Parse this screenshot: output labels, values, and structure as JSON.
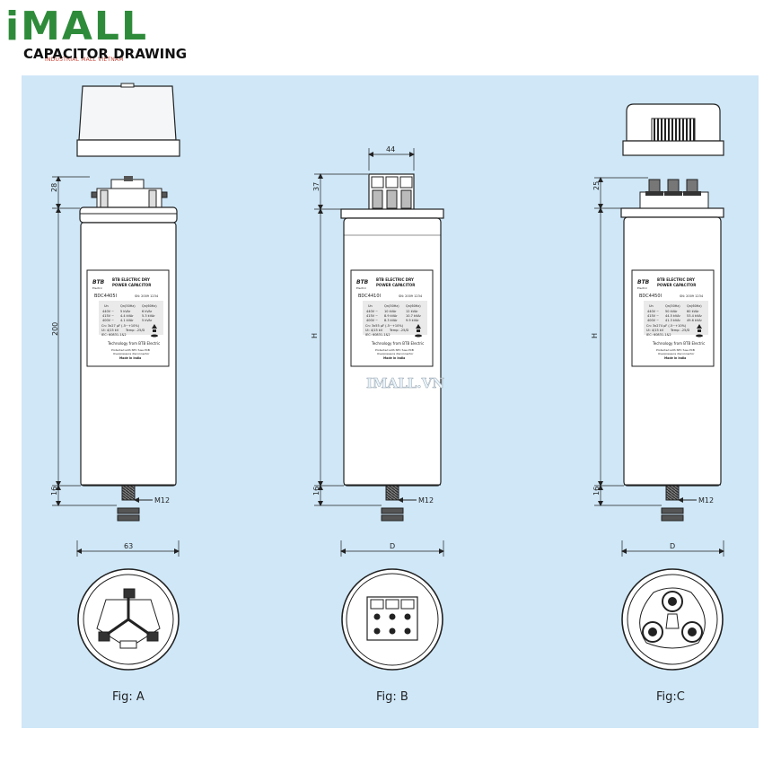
{
  "logo": {
    "brand": "iMALL",
    "subtitle": "CAPACITOR DRAWING",
    "tagline": "INDUSTRIAL MALL VIETNAM"
  },
  "watermark": "IMALL.VN",
  "label": {
    "company": "BTB ELECTRIC DRY",
    "product": "POWER CAPACITOR",
    "brand_small": "Electric",
    "sn": "SN: 2009 1234",
    "table_head_un": "Un",
    "table_head_q50": "Qn(50Hz)",
    "table_head_q60": "Qn(60Hz)",
    "cn_unit": "Cn:",
    "ui": "Ui: 4/15 kV",
    "temp": "Temp: -25/D",
    "iec": "IEC: 60831-1&2",
    "tech": "Technology from BTB Electric",
    "note1": "Protected with NTC fuse PCB",
    "note2": "Overpressure disconnector",
    "made": "Made in India"
  },
  "figures": [
    {
      "id": "A",
      "caption": "Fig: A",
      "model": "BDC4405I",
      "rows": [
        [
          "440V ~",
          "5 kVAr",
          "6 kVAr"
        ],
        [
          "415V ~",
          "4.4 kVAr",
          "5.3 kVAr"
        ],
        [
          "400V ~",
          "4.1 kVAr",
          "5 kVAr"
        ]
      ],
      "cn": "Cn: 3x27 µF (-5~+10%)",
      "dims": {
        "top": "28",
        "body": "200",
        "bottom": "16",
        "width": "63",
        "thread": "M12"
      }
    },
    {
      "id": "B",
      "caption": "Fig: B",
      "model": "BDC4410I",
      "rows": [
        [
          "440V ~",
          "10 kVAr",
          "12 kVAr"
        ],
        [
          "415V ~",
          "8.9 kVAr",
          "10.7 kVAr"
        ],
        [
          "400V ~",
          "8.3 kVAr",
          "9.9 kVAr"
        ]
      ],
      "cn": "Cn: 3x55 µF (-5~+10%)",
      "dims": {
        "top": "37",
        "body": "H",
        "bottom": "16",
        "width": "D",
        "terminal": "44",
        "thread": "M12"
      }
    },
    {
      "id": "C",
      "caption": "Fig:C",
      "model": "BDC4450I",
      "rows": [
        [
          "440V ~",
          "50 kVAr",
          "60 kVAr"
        ],
        [
          "415V ~",
          "44.5 kVAr",
          "53.4 kVAr"
        ],
        [
          "400V ~",
          "41.3 kVAr",
          "49.6 kVAr"
        ]
      ],
      "cn": "Cn: 3x274 µF (-5~+10%)",
      "dims": {
        "top": "25",
        "body": "H",
        "bottom": "16",
        "width": "D",
        "thread": "M12"
      }
    }
  ]
}
